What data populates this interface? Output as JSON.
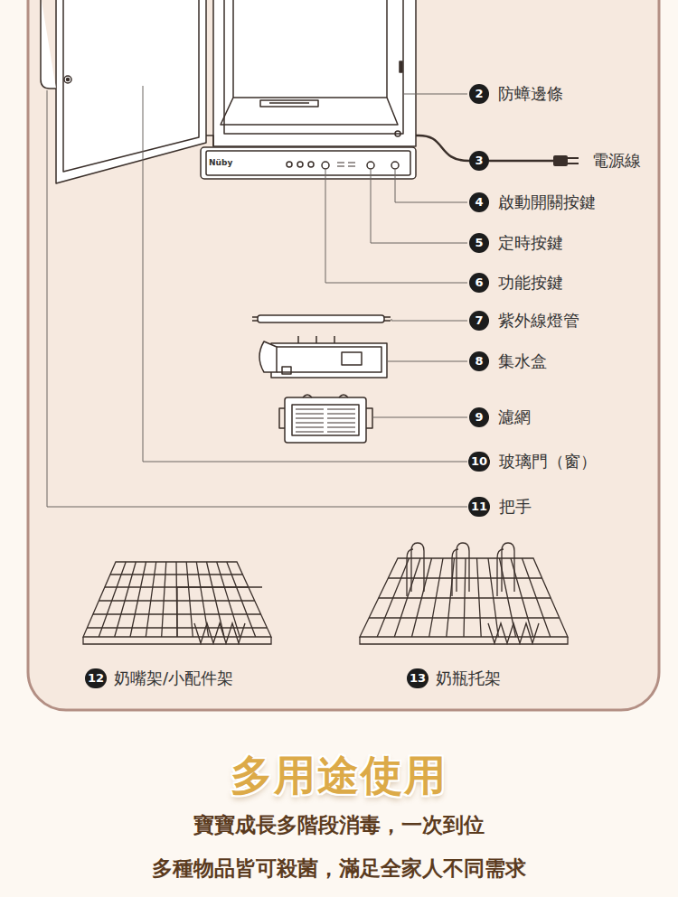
{
  "diagram": {
    "title": "多用途使用",
    "nodes": [
      {
        "text": [
          "2",
          "防蟑邊條"
        ]
      },
      {
        "text": [
          "3",
          "電源線"
        ]
      },
      {
        "text": [
          "4",
          "啟動開關按鍵"
        ]
      },
      {
        "text": [
          "5",
          "定時按鍵"
        ]
      },
      {
        "text": [
          "6",
          "功能按鍵"
        ]
      },
      {
        "text": [
          "7",
          "紫外線燈管"
        ]
      },
      {
        "text": [
          "8",
          "集水盒"
        ]
      },
      {
        "text": [
          "9",
          "濾網"
        ]
      },
      {
        "text": [
          "10",
          "玻璃門（窗）"
        ]
      },
      {
        "text": [
          "11",
          "把手"
        ]
      },
      {
        "text": [
          "12",
          "奶嘴架/小配件架"
        ]
      },
      {
        "text": [
          "13",
          "奶瓶托架"
        ]
      }
    ],
    "labels": [
      "Nüby",
      "寶寶成長多階段消毒，一次到位",
      "多種物品皆可殺菌，滿足全家人不同需求"
    ]
  }
}
